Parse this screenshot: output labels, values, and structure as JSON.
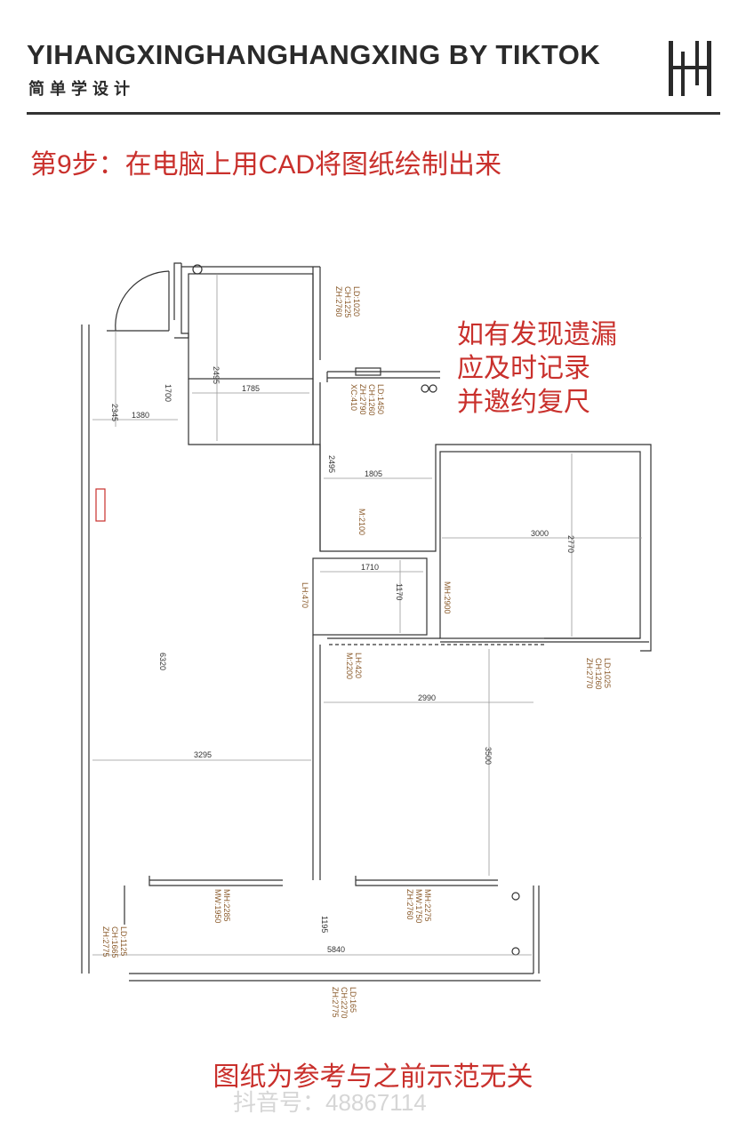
{
  "header": {
    "brand": "YIHANGXINGHANGHANGXING BY TIKTOK",
    "subtitle": "简单学设计",
    "logo_icon": "hh-logo-icon"
  },
  "step_title": "第9步：在电脑上用CAD将图纸绘制出来",
  "note_lines": [
    "如有发现遗漏",
    "应及时记录",
    "并邀约复尺"
  ],
  "footer_note": "图纸为参考与之前示范无关",
  "watermark": "抖音号：48867114",
  "colors": {
    "accent": "#c9302c",
    "label": "#8a5a2a",
    "line": "#333333"
  },
  "plan": {
    "dimensions": {
      "d2495a": "2495",
      "d1785": "1785",
      "d1700": "1700",
      "d2345": "2345",
      "d1380": "1380",
      "d2495b": "2495",
      "d1805": "1805",
      "d3000": "3000",
      "d2770": "2770",
      "d1710": "1710",
      "d1170": "1170",
      "d6320": "6320",
      "d2990": "2990",
      "d3295": "3295",
      "d3500": "3500",
      "d1195": "1195",
      "d5840": "5840"
    },
    "labels": {
      "win_top": [
        "LD:1020",
        "CH:1225",
        "ZH:2760"
      ],
      "win_mid": [
        "LD:1450",
        "CH:1260",
        "ZH:2790",
        "XC:410"
      ],
      "door_m1": [
        "M:2100"
      ],
      "beam_lh": [
        "LH:470"
      ],
      "door_mh": [
        "MH:2900"
      ],
      "door_m2": [
        "LH:420",
        "M:2200"
      ],
      "win_right": [
        "LD:1025",
        "CH:1260",
        "ZH:2770"
      ],
      "door_bl": [
        "MH:2285",
        "MW:1950"
      ],
      "door_br": [
        "MH:2275",
        "MW:1750",
        "ZH:2760"
      ],
      "win_left": [
        "LD:1125",
        "CH:1665",
        "ZH:2775"
      ],
      "win_bottom": [
        "LD:165",
        "CH:2270",
        "ZH:2775"
      ]
    }
  }
}
